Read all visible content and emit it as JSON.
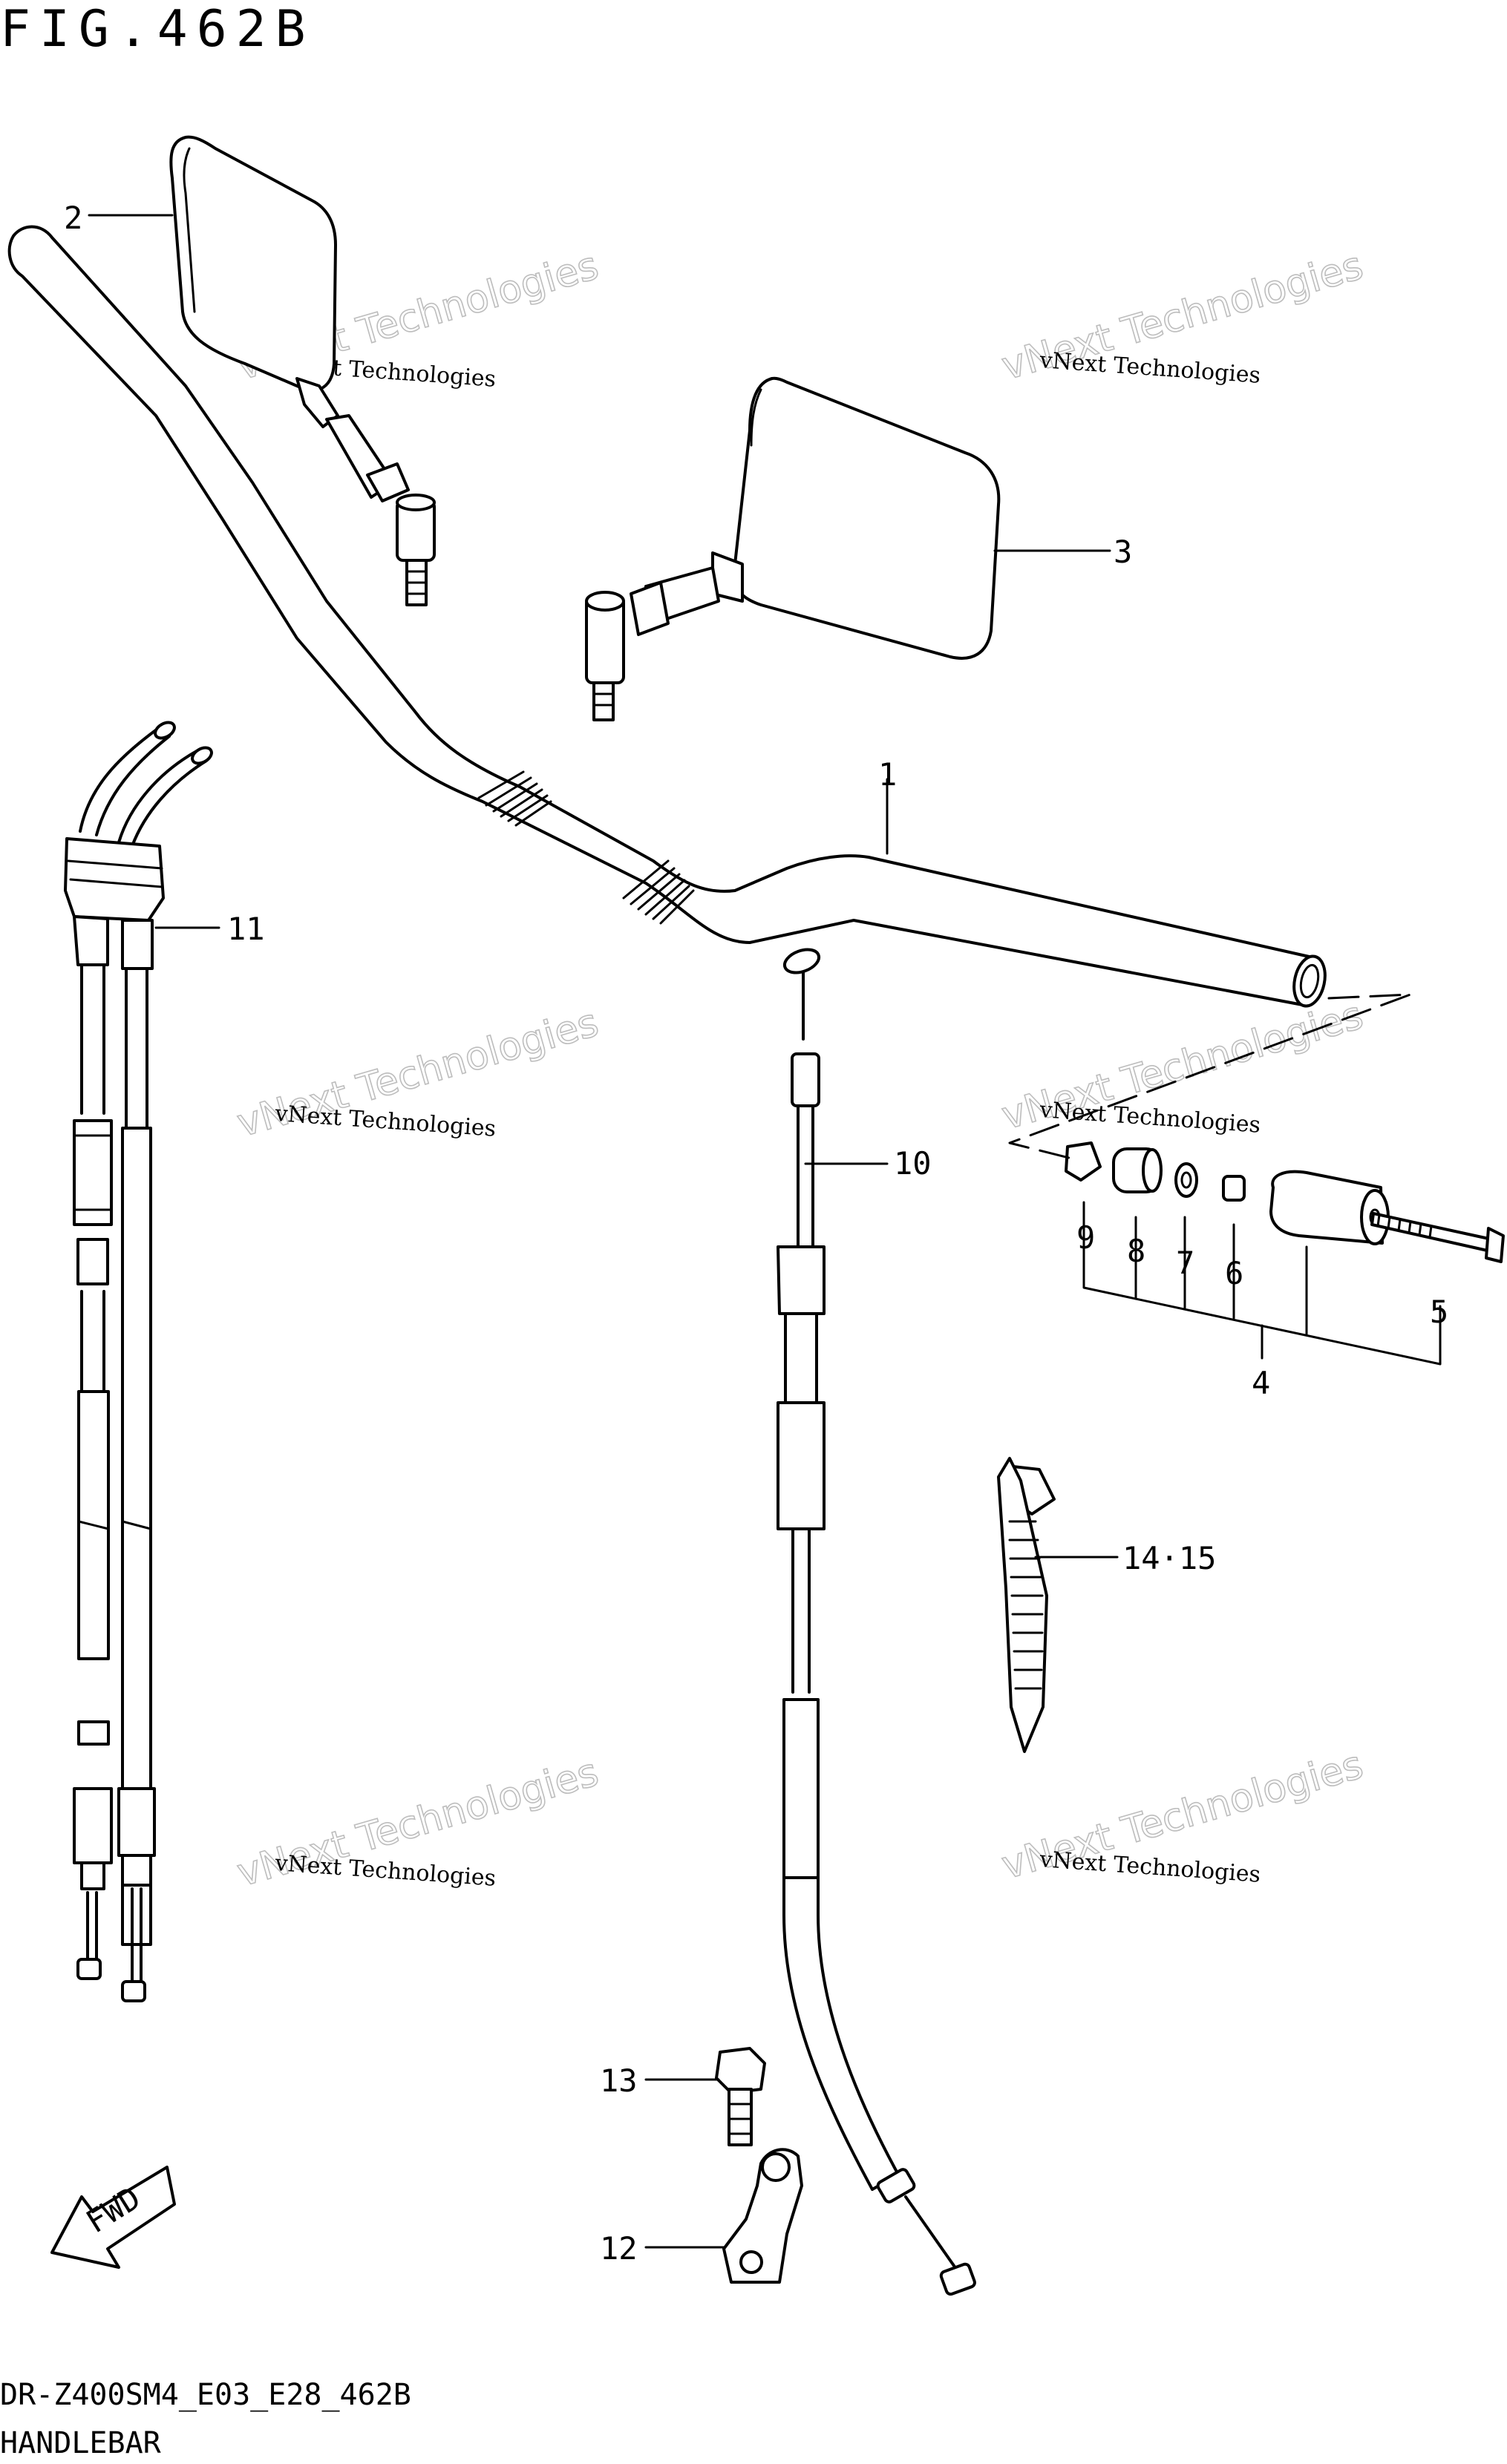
{
  "figure": {
    "title": "FIG.462B",
    "model_code": "DR-Z400SM4_E03_E28_462B",
    "section": "HANDLEBAR",
    "direction_label": "FWD"
  },
  "callouts": [
    {
      "id": "c1",
      "label": "1"
    },
    {
      "id": "c2",
      "label": "2"
    },
    {
      "id": "c3",
      "label": "3"
    },
    {
      "id": "c4",
      "label": "4"
    },
    {
      "id": "c5",
      "label": "5"
    },
    {
      "id": "c6",
      "label": "6"
    },
    {
      "id": "c7",
      "label": "7"
    },
    {
      "id": "c8",
      "label": "8"
    },
    {
      "id": "c9",
      "label": "9"
    },
    {
      "id": "c10",
      "label": "10"
    },
    {
      "id": "c11",
      "label": "11"
    },
    {
      "id": "c12",
      "label": "12"
    },
    {
      "id": "c13",
      "label": "13"
    },
    {
      "id": "c1415",
      "label": "14·15"
    }
  ],
  "watermark": {
    "line1": "vNext Technologies",
    "line2": "vNext Technologies"
  }
}
